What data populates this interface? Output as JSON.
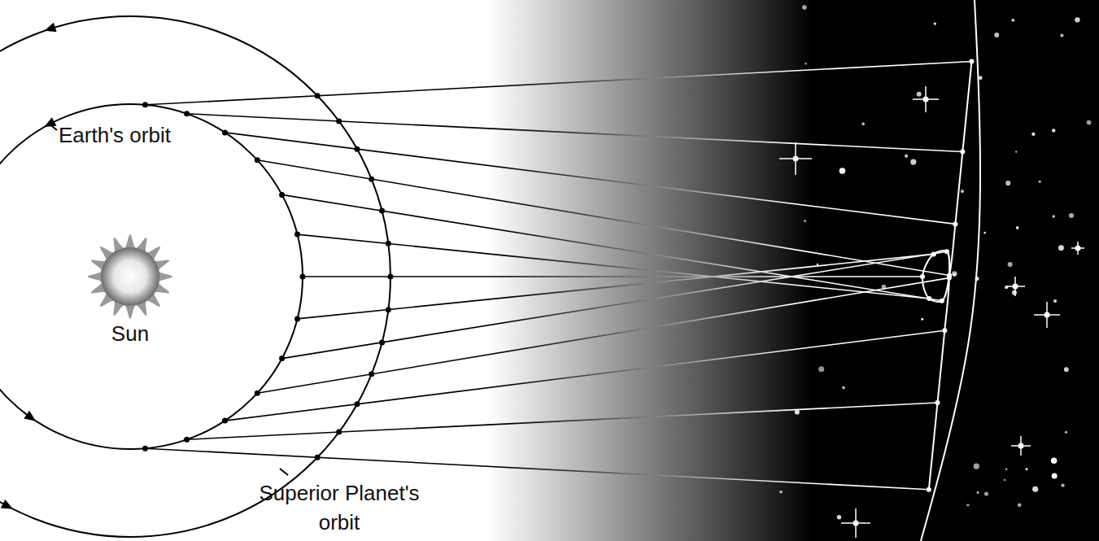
{
  "diagram": {
    "labels": [
      "Earth's orbit",
      "Sun",
      "Superior Planet's orbit"
    ]
  }
}
